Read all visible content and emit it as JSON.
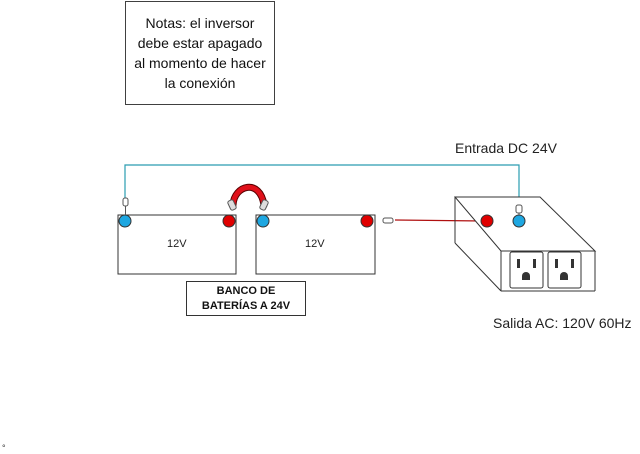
{
  "note": {
    "lines": [
      "Notas: el inversor",
      "debe estar apagado",
      "al momento de hacer",
      "la conexión"
    ]
  },
  "labels": {
    "dc_input": "Entrada DC 24V",
    "ac_output": "Salida AC: 120V 60Hz",
    "corner_mark": "°"
  },
  "battery_bank": {
    "label_lines": [
      "BANCO DE",
      "BATERÍAS A 24V"
    ],
    "batteries": [
      {
        "voltage": "12V"
      },
      {
        "voltage": "12V"
      }
    ]
  },
  "colors": {
    "negative_terminal": "#1ea7e1",
    "positive_terminal": "#e00000",
    "jumper_cable": "#e0101a",
    "dc_wire": "#2a9cb0",
    "outline": "#333333"
  }
}
